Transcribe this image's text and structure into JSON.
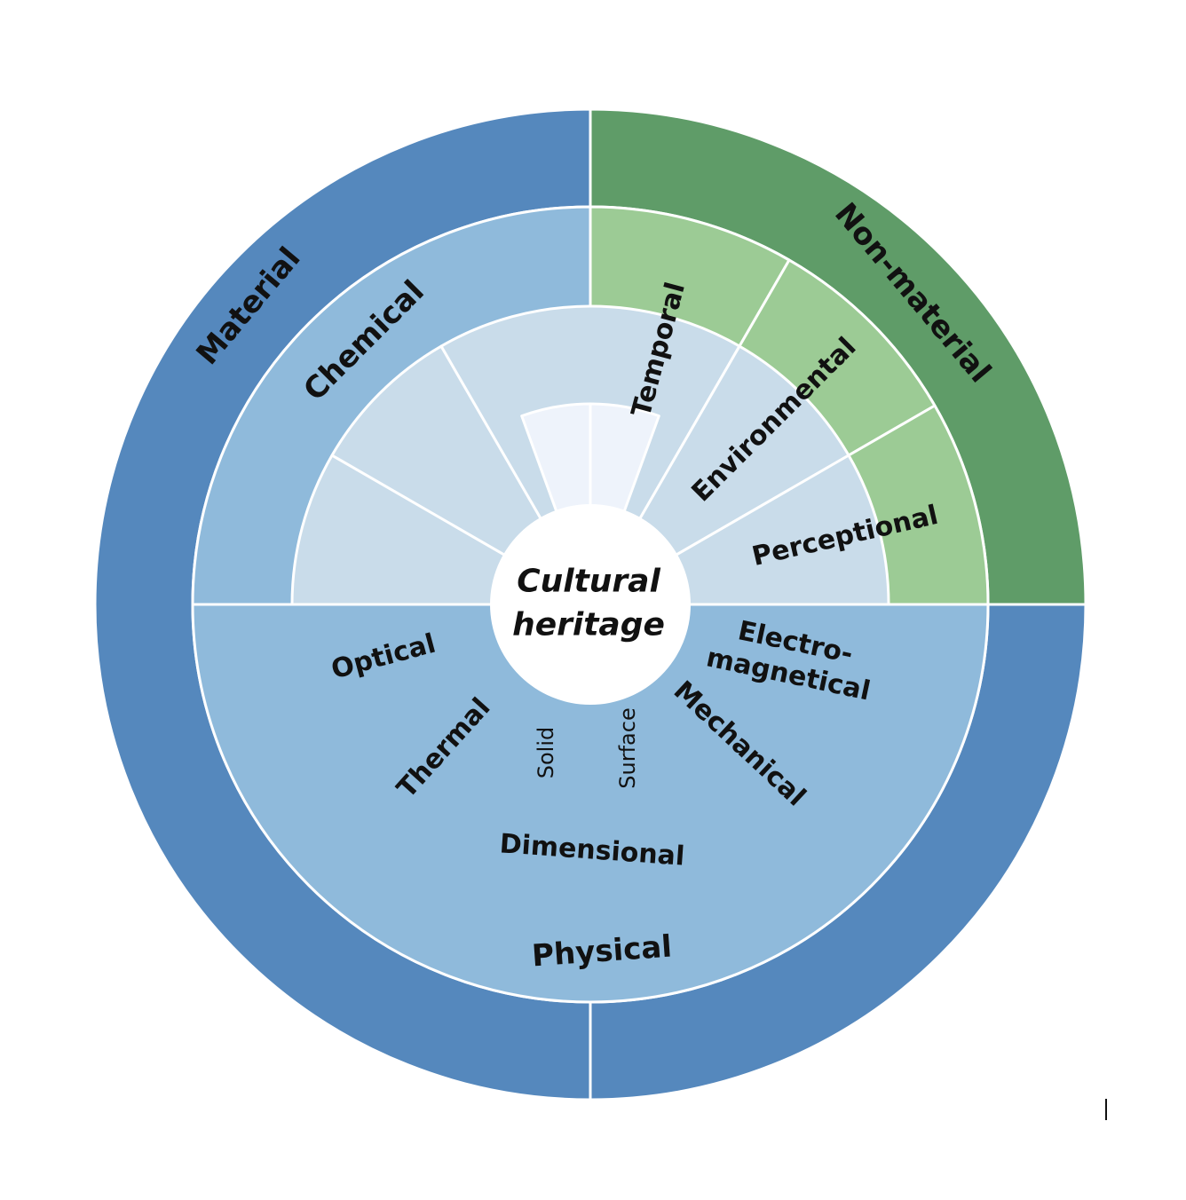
{
  "center": {
    "line1": "Cultural",
    "line2": "heritage"
  },
  "colors": {
    "material_outer": "#5588bd",
    "nonmaterial_outer": "#5f9c68",
    "chemical": "#8fbadb",
    "physical": "#8fbadb",
    "nonmaterial_inner": "#9ccb95",
    "physical_sub": "#c9dcea",
    "physical_subsub": "#eef3fb",
    "center": "#ffffff",
    "divider": "#ffffff"
  },
  "outer_ring": [
    {
      "key": "material",
      "label": "Material"
    },
    {
      "key": "nonmaterial",
      "label": "Non-material"
    }
  ],
  "middle_ring": {
    "chemical": {
      "label": "Chemical"
    },
    "physical": {
      "label": "Physical"
    },
    "nonmaterial": [
      {
        "key": "temporal",
        "label": "Temporal"
      },
      {
        "key": "environmental",
        "label": "Environmental"
      },
      {
        "key": "perceptional",
        "label": "Perceptional"
      }
    ]
  },
  "physical_ring": [
    {
      "key": "optical",
      "label": "Optical"
    },
    {
      "key": "thermal",
      "label": "Thermal"
    },
    {
      "key": "dimensional",
      "label": "Dimensional"
    },
    {
      "key": "mechanical",
      "label": "Mechanical"
    },
    {
      "key": "electromagnetical",
      "label_line1": "Electro-",
      "label_line2": "magnetical"
    }
  ],
  "dimensional_sub": [
    {
      "key": "solid",
      "label": "Solid"
    },
    {
      "key": "surface",
      "label": "Surface"
    }
  ]
}
